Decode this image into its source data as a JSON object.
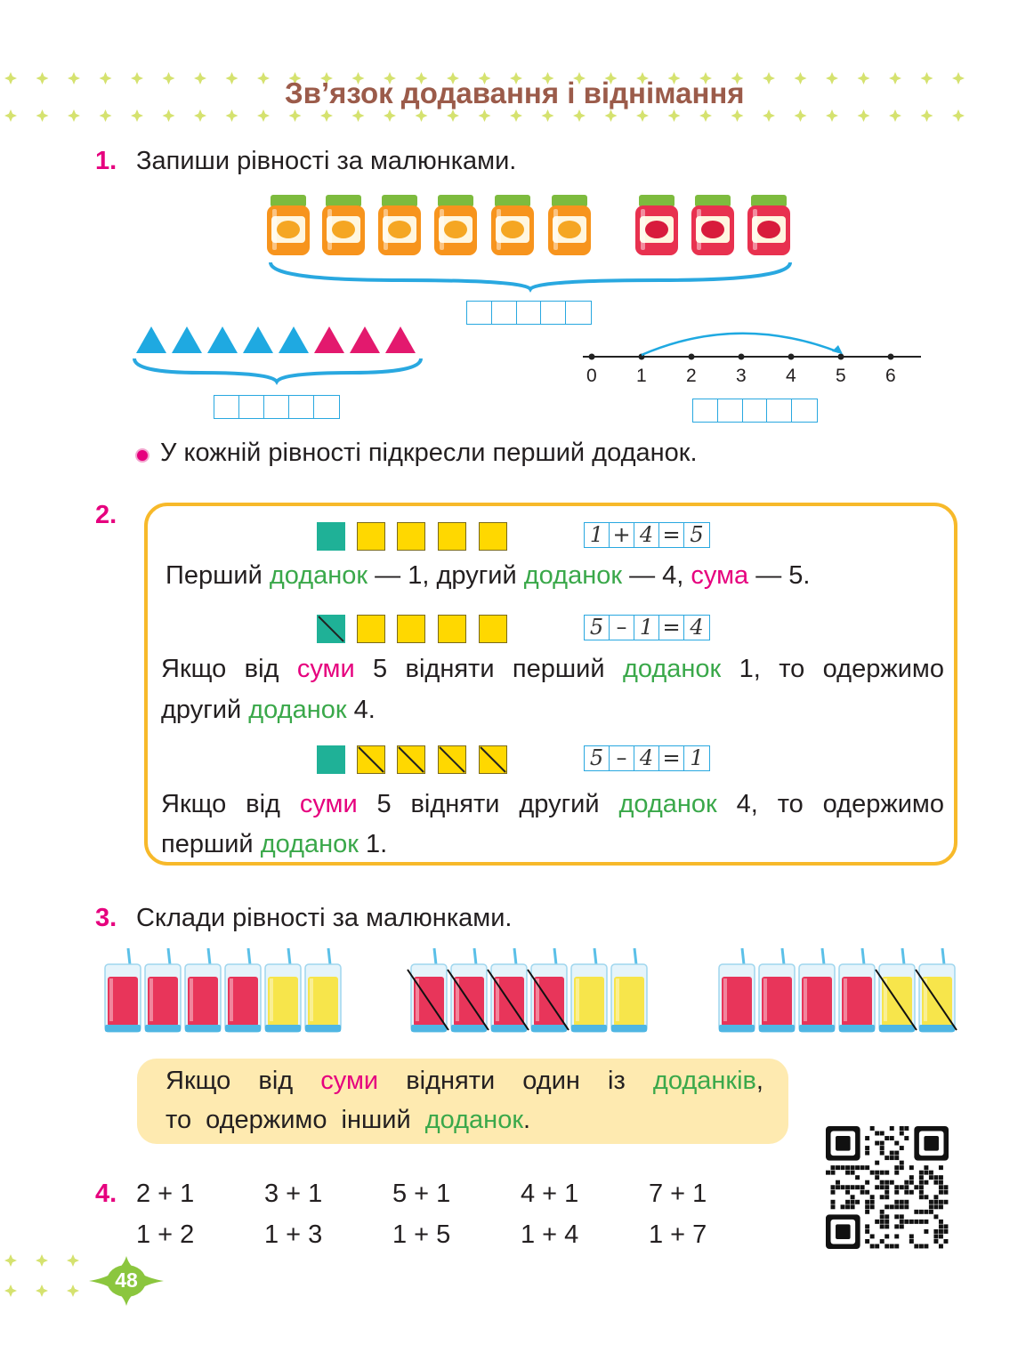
{
  "title": "Зв’язок додавання і віднімання",
  "colors": {
    "title": "#9b5b4a",
    "number": "#e6007e",
    "addend": "#3aa84a",
    "sum": "#e6007e",
    "frame": "#f7b92a",
    "rule_bg": "#feeab0"
  },
  "task1": {
    "number": "1.",
    "text": "Запиши рівності за малюнками.",
    "number_line": [
      "0",
      "1",
      "2",
      "3",
      "4",
      "5",
      "6"
    ],
    "bullet": "У кожній рівності підкресли перший доданок."
  },
  "task2": {
    "number": "2.",
    "eq1": [
      "1",
      "+",
      "4",
      "=",
      "5"
    ],
    "line1": {
      "a": "Перший ",
      "b": "доданок",
      "c": " — 1, другий ",
      "d": "доданок",
      "e": " — 4, ",
      "f": "сума",
      "g": " — 5."
    },
    "eq2": [
      "5",
      "–",
      "1",
      "=",
      "4"
    ],
    "line2": {
      "a": "Якщо від ",
      "b": "суми",
      "c": " 5 відняти перший ",
      "d": "доданок",
      "e": " 1, то одержимо"
    },
    "line2b": {
      "a": "другий ",
      "b": "доданок",
      "c": " 4."
    },
    "eq3": [
      "5",
      "–",
      "4",
      "=",
      "1"
    ],
    "line3": {
      "a": "Якщо від ",
      "b": "суми",
      "c": " 5 відняти другий ",
      "d": "доданок",
      "e": " 4, то одержимо"
    },
    "line3b": {
      "a": "перший ",
      "b": "доданок",
      "c": " 1."
    }
  },
  "task3": {
    "number": "3.",
    "text": "Склади рівності за малюнками.",
    "rule1": {
      "a": "Якщо від ",
      "b": "суми",
      "c": " відняти один із ",
      "d": "доданків",
      "e": ","
    },
    "rule2": {
      "a": "то одержимо інший ",
      "b": "доданок",
      "c": "."
    }
  },
  "task4": {
    "number": "4.",
    "row1": [
      "2 + 1",
      "3 + 1",
      "5 + 1",
      "4 + 1",
      "7 + 1"
    ],
    "row2": [
      "1 + 2",
      "1 + 3",
      "1 + 5",
      "1 + 4",
      "1 + 7"
    ]
  },
  "page_number": "48"
}
